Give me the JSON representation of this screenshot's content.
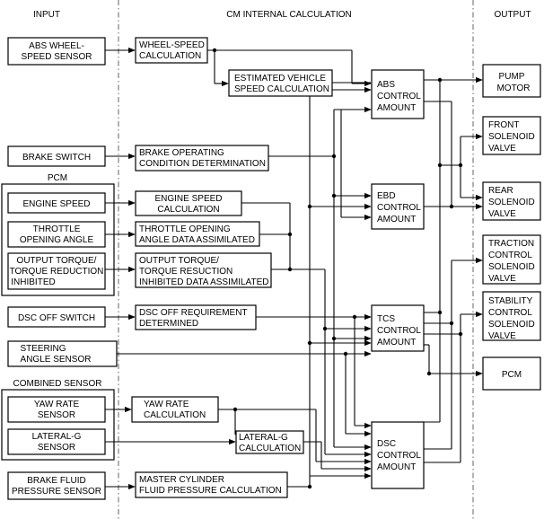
{
  "headers": {
    "input": "INPUT",
    "calc": "CM INTERNAL CALCULATION",
    "output": "OUTPUT"
  },
  "groups": {
    "pcm": "PCM",
    "combined_sensor": "COMBINED SENSOR"
  },
  "inputs": {
    "abs_wheel_speed_sensor": [
      "ABS WHEEL-",
      "SPEED SENSOR"
    ],
    "brake_switch": [
      "BRAKE SWITCH"
    ],
    "engine_speed": [
      "ENGINE SPEED"
    ],
    "throttle_opening_angle": [
      "THROTTLE",
      "OPENING ANGLE"
    ],
    "output_torque": [
      "OUTPUT TORQUE/",
      "TORQUE REDUCTION",
      "INHIBITED"
    ],
    "dsc_off_switch": [
      "DSC OFF SWITCH"
    ],
    "steering_angle_sensor": [
      "STEERING",
      "ANGLE SENSOR"
    ],
    "yaw_rate_sensor": [
      "YAW RATE",
      "SENSOR"
    ],
    "lateral_g_sensor": [
      "LATERAL-G",
      "SENSOR"
    ],
    "brake_fluid_pressure_sensor": [
      "BRAKE FLUID",
      "PRESSURE SENSOR"
    ]
  },
  "calculations": {
    "wheel_speed_calc": [
      "WHEEL-SPEED",
      "CALCULATION"
    ],
    "estimated_vehicle_speed": [
      "ESTIMATED VEHICLE",
      "SPEED CALCULATION"
    ],
    "brake_operating": [
      "BRAKE OPERATING",
      "CONDITION DETERMINATION"
    ],
    "engine_speed_calc": [
      "ENGINE SPEED",
      "CALCULATION"
    ],
    "throttle_data": [
      "THROTTLE OPENING",
      "ANGLE DATA ASSIMILATED"
    ],
    "output_torque_data": [
      "OUTPUT TORQUE/",
      "TORQUE RESUCTION",
      "INHIBITED DATA ASSIMILATED"
    ],
    "dsc_off_requirement": [
      "DSC OFF REQUIREMENT",
      "DETERMINED"
    ],
    "yaw_rate_calc": [
      "YAW RATE",
      "CALCULATION"
    ],
    "lateral_g_calc": [
      "LATERAL-G",
      "CALCULATION"
    ],
    "master_cylinder": [
      "MASTER CYLINDER",
      "FLUID PRESSURE CALCULATION"
    ],
    "abs_control": [
      "ABS",
      "CONTROL",
      "AMOUNT"
    ],
    "ebd_control": [
      "EBD",
      "CONTROL",
      "AMOUNT"
    ],
    "tcs_control": [
      "TCS",
      "CONTROL",
      "AMOUNT"
    ],
    "dsc_control": [
      "DSC",
      "CONTROL",
      "AMOUNT"
    ]
  },
  "outputs": {
    "pump_motor": [
      "PUMP",
      "MOTOR"
    ],
    "front_solenoid": [
      "FRONT",
      "SOLENOID",
      "VALVE"
    ],
    "rear_solenoid": [
      "REAR",
      "SOLENOID",
      "VALVE"
    ],
    "traction_solenoid": [
      "TRACTION",
      "CONTROL",
      "SOLENOID",
      "VALVE"
    ],
    "stability_solenoid": [
      "STABILITY",
      "CONTROL",
      "SOLENOID",
      "VALVE"
    ],
    "pcm_out": [
      "PCM"
    ]
  }
}
